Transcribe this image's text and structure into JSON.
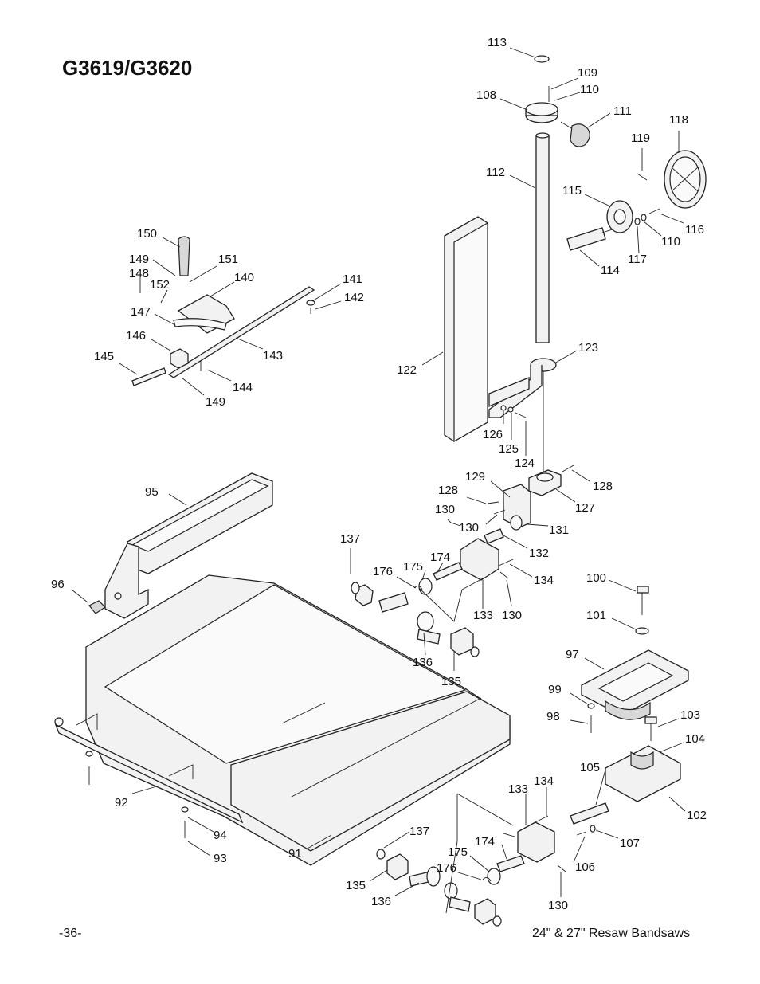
{
  "title": "G3619/G3620",
  "footer": {
    "page_number": "-36-",
    "model_text": "24\" & 27\" Resaw Bandsaws"
  },
  "callouts": [
    {
      "id": "c113",
      "text": "113"
    },
    {
      "id": "c109",
      "text": "109"
    },
    {
      "id": "c108",
      "text": "108"
    },
    {
      "id": "c110a",
      "text": "110"
    },
    {
      "id": "c111",
      "text": "111"
    },
    {
      "id": "c118",
      "text": "118"
    },
    {
      "id": "c119",
      "text": "119"
    },
    {
      "id": "c112",
      "text": "112"
    },
    {
      "id": "c115",
      "text": "115"
    },
    {
      "id": "c116",
      "text": "116"
    },
    {
      "id": "c110b",
      "text": "110"
    },
    {
      "id": "c117",
      "text": "117"
    },
    {
      "id": "c114",
      "text": "114"
    },
    {
      "id": "c150",
      "text": "150"
    },
    {
      "id": "c149a",
      "text": "149"
    },
    {
      "id": "c151",
      "text": "151"
    },
    {
      "id": "c148",
      "text": "148"
    },
    {
      "id": "c140",
      "text": "140"
    },
    {
      "id": "c152",
      "text": "152"
    },
    {
      "id": "c141",
      "text": "141"
    },
    {
      "id": "c142",
      "text": "142"
    },
    {
      "id": "c147",
      "text": "147"
    },
    {
      "id": "c146",
      "text": "146"
    },
    {
      "id": "c143",
      "text": "143"
    },
    {
      "id": "c145",
      "text": "145"
    },
    {
      "id": "c144",
      "text": "144"
    },
    {
      "id": "c149b",
      "text": "149"
    },
    {
      "id": "c122",
      "text": "122"
    },
    {
      "id": "c123",
      "text": "123"
    },
    {
      "id": "c126",
      "text": "126"
    },
    {
      "id": "c125",
      "text": "125"
    },
    {
      "id": "c124",
      "text": "124"
    },
    {
      "id": "c129",
      "text": "129"
    },
    {
      "id": "c128a",
      "text": "128"
    },
    {
      "id": "c128b",
      "text": "128"
    },
    {
      "id": "c127",
      "text": "127"
    },
    {
      "id": "c95",
      "text": "95"
    },
    {
      "id": "c130a",
      "text": "130"
    },
    {
      "id": "c130b",
      "text": "130"
    },
    {
      "id": "c131",
      "text": "131"
    },
    {
      "id": "c132",
      "text": "132"
    },
    {
      "id": "c137a",
      "text": "137"
    },
    {
      "id": "c174a",
      "text": "174"
    },
    {
      "id": "c175a",
      "text": "175"
    },
    {
      "id": "c176a",
      "text": "176"
    },
    {
      "id": "c134a",
      "text": "134"
    },
    {
      "id": "c96",
      "text": "96"
    },
    {
      "id": "c133a",
      "text": "133"
    },
    {
      "id": "c130c",
      "text": "130"
    },
    {
      "id": "c100",
      "text": "100"
    },
    {
      "id": "c101",
      "text": "101"
    },
    {
      "id": "c136a",
      "text": "136"
    },
    {
      "id": "c135a",
      "text": "135"
    },
    {
      "id": "c97",
      "text": "97"
    },
    {
      "id": "c99",
      "text": "99"
    },
    {
      "id": "c98",
      "text": "98"
    },
    {
      "id": "c103",
      "text": "103"
    },
    {
      "id": "c104",
      "text": "104"
    },
    {
      "id": "c105",
      "text": "105"
    },
    {
      "id": "c92",
      "text": "92"
    },
    {
      "id": "c133b",
      "text": "133"
    },
    {
      "id": "c134b",
      "text": "134"
    },
    {
      "id": "c102",
      "text": "102"
    },
    {
      "id": "c94",
      "text": "94"
    },
    {
      "id": "c137b",
      "text": "137"
    },
    {
      "id": "c93",
      "text": "93"
    },
    {
      "id": "c91",
      "text": "91"
    },
    {
      "id": "c174b",
      "text": "174"
    },
    {
      "id": "c107",
      "text": "107"
    },
    {
      "id": "c175b",
      "text": "175"
    },
    {
      "id": "c106",
      "text": "106"
    },
    {
      "id": "c176b",
      "text": "176"
    },
    {
      "id": "c135b",
      "text": "135"
    },
    {
      "id": "c136b",
      "text": "136"
    },
    {
      "id": "c130d",
      "text": "130"
    }
  ]
}
